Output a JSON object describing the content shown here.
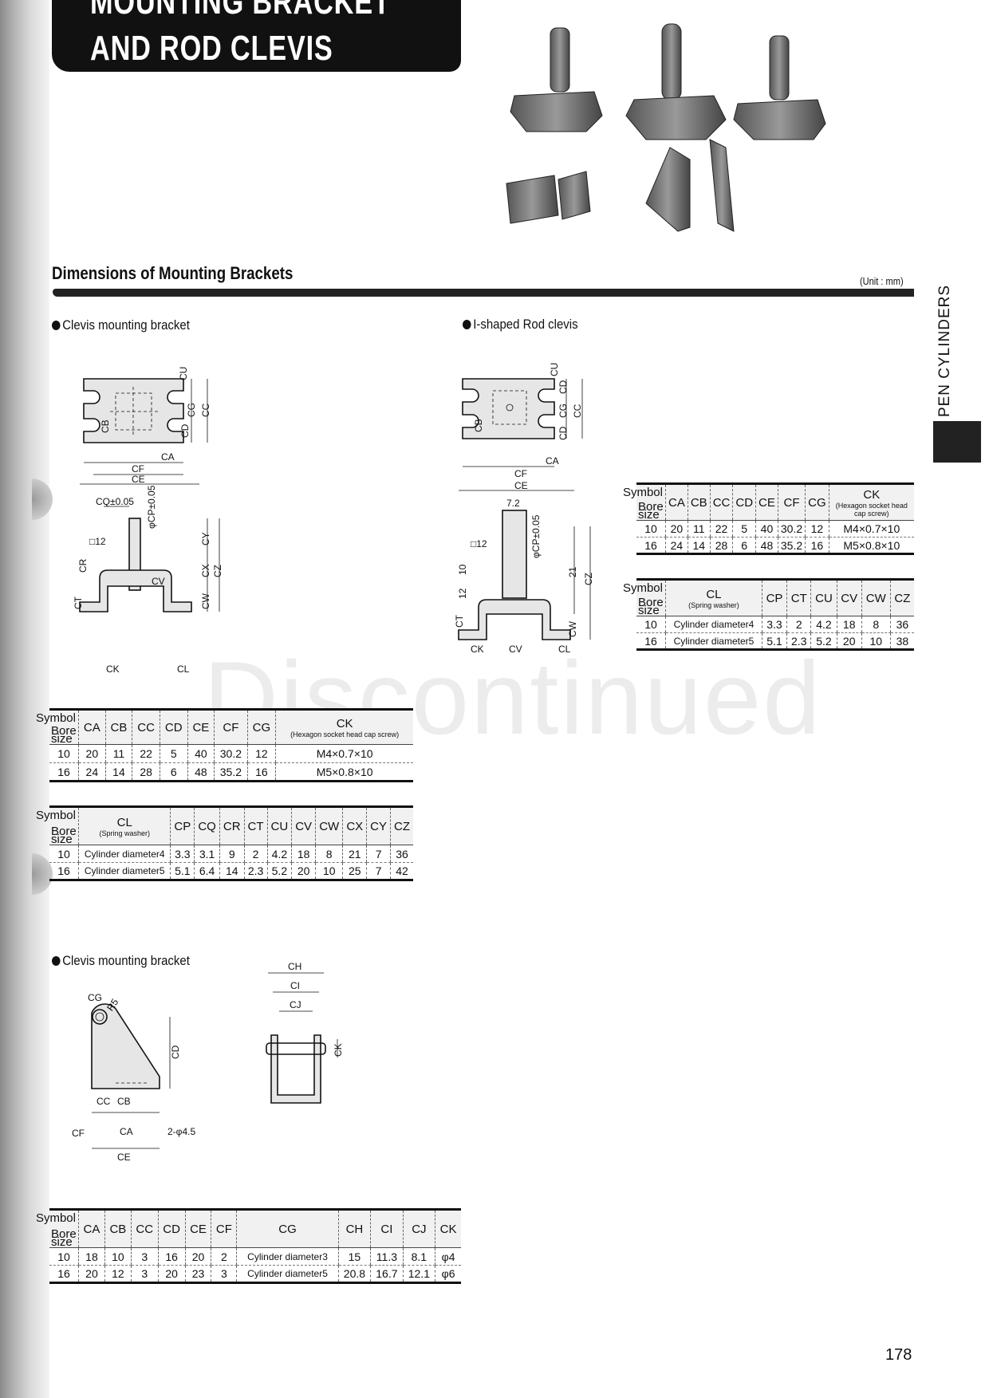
{
  "header": {
    "title_line1": "MOUNTING BRACKET",
    "title_line2": "AND ROD CLEVIS"
  },
  "section": {
    "title": "Dimensions of Mounting Brackets",
    "unit": "(Unit : mm)"
  },
  "side_tab": {
    "label": "PEN CYLINDERS"
  },
  "watermark": "Discontinued",
  "page_number": "178",
  "clevis_bracket": {
    "heading": "Clevis mounting bracket",
    "drawing_labels": [
      "CU",
      "CB",
      "CG",
      "CC",
      "CD",
      "CA",
      "CF",
      "CE",
      "CQ±0.05",
      "φCP±0.05",
      "□12",
      "CR",
      "CY",
      "CX",
      "CZ",
      "CV",
      "CT",
      "CW",
      "CK",
      "CL"
    ],
    "table1": {
      "corner_symbol": "Symbol",
      "corner_bore": "Bore size",
      "columns": [
        "CA",
        "CB",
        "CC",
        "CD",
        "CE",
        "CF",
        "CG"
      ],
      "ck_header": "CK",
      "ck_note": "(Hexagon socket head cap screw)",
      "rows": [
        {
          "bore": "10",
          "values": [
            "20",
            "11",
            "22",
            "5",
            "40",
            "30.2",
            "12"
          ],
          "ck": "M4×0.7×10"
        },
        {
          "bore": "16",
          "values": [
            "24",
            "14",
            "28",
            "6",
            "48",
            "35.2",
            "16"
          ],
          "ck": "M5×0.8×10"
        }
      ]
    },
    "table2": {
      "corner_symbol": "Symbol",
      "corner_bore": "Bore size",
      "cl_header": "CL",
      "cl_note": "(Spring washer)",
      "columns": [
        "CP",
        "CQ",
        "CR",
        "CT",
        "CU",
        "CV",
        "CW",
        "CX",
        "CY",
        "CZ"
      ],
      "rows": [
        {
          "bore": "10",
          "cl": "Cylinder diameter4",
          "values": [
            "3.3",
            "3.1",
            "9",
            "2",
            "4.2",
            "18",
            "8",
            "21",
            "7",
            "36"
          ]
        },
        {
          "bore": "16",
          "cl": "Cylinder diameter5",
          "values": [
            "5.1",
            "6.4",
            "14",
            "2.3",
            "5.2",
            "20",
            "10",
            "25",
            "7",
            "42"
          ]
        }
      ]
    }
  },
  "rod_clevis": {
    "heading": "I-shaped Rod clevis",
    "drawing_labels": [
      "CU",
      "CD",
      "CG",
      "CC",
      "CD",
      "CB",
      "CA",
      "CF",
      "CE",
      "7.2",
      "□12",
      "10",
      "12",
      "φCP±0.05",
      "21",
      "CZ",
      "CT",
      "CW",
      "CK",
      "CV",
      "CL"
    ],
    "table1": {
      "corner_symbol": "Symbol",
      "corner_bore": "Bore size",
      "columns": [
        "CA",
        "CB",
        "CC",
        "CD",
        "CE",
        "CF",
        "CG"
      ],
      "ck_header": "CK",
      "ck_note": "(Hexagon socket head cap screw)",
      "rows": [
        {
          "bore": "10",
          "values": [
            "20",
            "11",
            "22",
            "5",
            "40",
            "30.2",
            "12"
          ],
          "ck": "M4×0.7×10"
        },
        {
          "bore": "16",
          "values": [
            "24",
            "14",
            "28",
            "6",
            "48",
            "35.2",
            "16"
          ],
          "ck": "M5×0.8×10"
        }
      ]
    },
    "table2": {
      "corner_symbol": "Symbol",
      "corner_bore": "Bore size",
      "cl_header": "CL",
      "cl_note": "(Spring washer)",
      "columns": [
        "CP",
        "CT",
        "CU",
        "CV",
        "CW",
        "CZ"
      ],
      "rows": [
        {
          "bore": "10",
          "cl": "Cylinder diameter4",
          "values": [
            "3.3",
            "2",
            "4.2",
            "18",
            "8",
            "36"
          ]
        },
        {
          "bore": "16",
          "cl": "Cylinder diameter5",
          "values": [
            "5.1",
            "2.3",
            "5.2",
            "20",
            "10",
            "38"
          ]
        }
      ]
    }
  },
  "clevis_bracket_2": {
    "heading": "Clevis mounting bracket",
    "drawing_labels": [
      "CG",
      "R5",
      "CD",
      "CC",
      "CB",
      "CF",
      "CA",
      "2-φ4.5",
      "CE",
      "CH",
      "CI",
      "CJ",
      "CK"
    ],
    "table": {
      "corner_symbol": "Symbol",
      "corner_bore": "Bore size",
      "columns": [
        "CA",
        "CB",
        "CC",
        "CD",
        "CE",
        "CF",
        "CG",
        "CH",
        "CI",
        "CJ",
        "CK"
      ],
      "rows": [
        {
          "bore": "10",
          "values": [
            "18",
            "10",
            "3",
            "16",
            "20",
            "2",
            "Cylinder diameter3",
            "15",
            "11.3",
            "8.1",
            "φ4"
          ]
        },
        {
          "bore": "16",
          "values": [
            "20",
            "12",
            "3",
            "20",
            "23",
            "3",
            "Cylinder diameter5",
            "20.8",
            "16.7",
            "12.1",
            "φ6"
          ]
        }
      ]
    }
  }
}
